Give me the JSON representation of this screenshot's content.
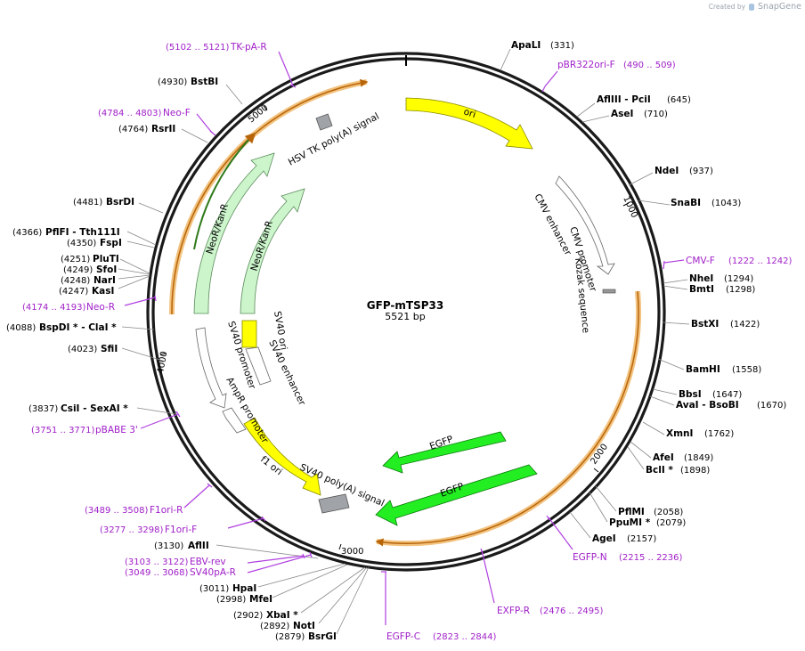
{
  "brand": {
    "created_by": "Created by",
    "app": "SnapGene"
  },
  "plasmid": {
    "name": "GFP-mTSP33",
    "length_label": "5521 bp",
    "length": 5521
  },
  "ticks": [
    "1000",
    "2000",
    "3000",
    "4000",
    "5000"
  ],
  "features": [
    {
      "label": "ori",
      "color": "#ffff00"
    },
    {
      "label": "CMV enhancer",
      "color": "#ffffff"
    },
    {
      "label": "CMV promoter",
      "color": "#ffffff"
    },
    {
      "label": "Kozak sequence",
      "color": "#999999"
    },
    {
      "label": "EGFP",
      "color": "#22ee22"
    },
    {
      "label": "EGFP",
      "color": "#22ee22"
    },
    {
      "label": "SV40 poly(A) signal",
      "color": "#a0a4a8"
    },
    {
      "label": "f1 ori",
      "color": "#ffff00"
    },
    {
      "label": "AmpR promoter",
      "color": "#ffffff"
    },
    {
      "label": "SV40 promoter",
      "color": "#ffffff"
    },
    {
      "label": "SV40 enhancer",
      "color": "#ffffff"
    },
    {
      "label": "SV40 ori",
      "color": "#ffff00"
    },
    {
      "label": "NeoR/KanR",
      "color": "#ccf5cc"
    },
    {
      "label": "NeoR/KanR",
      "color": "#ccf5cc"
    },
    {
      "label": "HSV TK poly(A) signal",
      "color": "#a0a4a8"
    }
  ],
  "sites": [
    {
      "name": "ApaLI",
      "pos": "(331)"
    },
    {
      "name": "AflIII  - PciI",
      "pos": "(645)"
    },
    {
      "name": "AseI",
      "pos": "(710)"
    },
    {
      "name": "NdeI",
      "pos": "(937)"
    },
    {
      "name": "SnaBI",
      "pos": "(1043)"
    },
    {
      "name": "NheI",
      "pos": "(1294)"
    },
    {
      "name": "BmtI",
      "pos": "(1298)"
    },
    {
      "name": "BstXI",
      "pos": "(1422)"
    },
    {
      "name": "BamHI",
      "pos": "(1558)"
    },
    {
      "name": "BbsI",
      "pos": "(1647)"
    },
    {
      "name": "AvaI  - BsoBI",
      "pos": "(1670)"
    },
    {
      "name": "XmnI",
      "pos": "(1762)"
    },
    {
      "name": "AfeI",
      "pos": "(1849)"
    },
    {
      "name": "BclI *",
      "pos": "(1898)"
    },
    {
      "name": "PflMI",
      "pos": "(2058)"
    },
    {
      "name": "PpuMI *",
      "pos": "(2079)"
    },
    {
      "name": "AgeI",
      "pos": "(2157)"
    },
    {
      "name": "BsrGI",
      "pos": "(2879)"
    },
    {
      "name": "NotI",
      "pos": "(2892)"
    },
    {
      "name": "XbaI *",
      "pos": "(2902)"
    },
    {
      "name": "MfeI",
      "pos": "(2998)"
    },
    {
      "name": "HpaI",
      "pos": "(3011)"
    },
    {
      "name": "AflII",
      "pos": "(3130)"
    },
    {
      "name": "CsiI  - SexAI *",
      "pos": "(3837)"
    },
    {
      "name": "SfiI",
      "pos": "(4023)"
    },
    {
      "name": "BspDI *  - ClaI *",
      "pos": "(4088)"
    },
    {
      "name": "KasI",
      "pos": "(4247)"
    },
    {
      "name": "NarI",
      "pos": "(4248)"
    },
    {
      "name": "SfoI",
      "pos": "(4249)"
    },
    {
      "name": "PluTI",
      "pos": "(4251)"
    },
    {
      "name": "FspI",
      "pos": "(4350)"
    },
    {
      "name": "PflFI  - Tth111I",
      "pos": "(4366)"
    },
    {
      "name": "BsrDI",
      "pos": "(4481)"
    },
    {
      "name": "RsrII",
      "pos": "(4764)"
    },
    {
      "name": "BstBI",
      "pos": "(4930)"
    }
  ],
  "primers": [
    {
      "name": "pBR322ori-F",
      "pos": "(490 .. 509)"
    },
    {
      "name": "CMV-F",
      "pos": "(1222 .. 1242)"
    },
    {
      "name": "EGFP-N",
      "pos": "(2215 .. 2236)"
    },
    {
      "name": "EXFP-R",
      "pos": "(2476 .. 2495)"
    },
    {
      "name": "EGFP-C",
      "pos": "(2823 .. 2844)"
    },
    {
      "name": "EBV-rev",
      "pos": "(3103 .. 3122)"
    },
    {
      "name": "SV40pA-R",
      "pos": "(3049 .. 3068)"
    },
    {
      "name": "F1ori-F",
      "pos": "(3277 .. 3298)"
    },
    {
      "name": "F1ori-R",
      "pos": "(3489 .. 3508)"
    },
    {
      "name": "pBABE 3'",
      "pos": "(3751 .. 3771)"
    },
    {
      "name": "Neo-R",
      "pos": "(4174 .. 4193)"
    },
    {
      "name": "Neo-F",
      "pos": "(4784 .. 4803)"
    },
    {
      "name": "TK-pA-R",
      "pos": "(5102 .. 5121)"
    }
  ]
}
